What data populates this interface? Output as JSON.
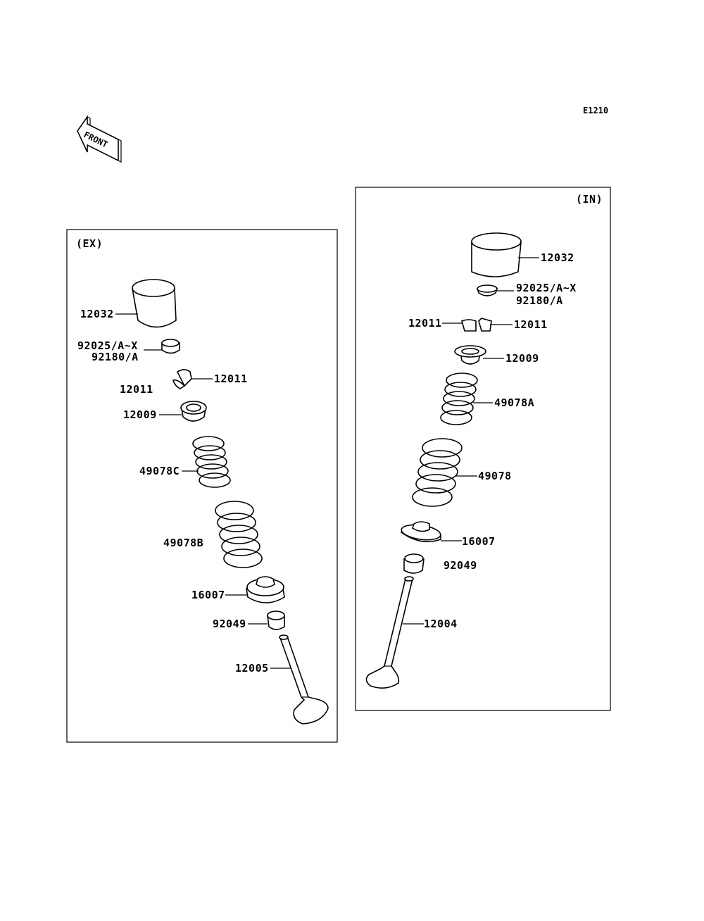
{
  "diagram": {
    "code": "E1210",
    "front_label": "FRONT",
    "exhaust": {
      "title": "(EX)",
      "labels": {
        "lifter": "12032",
        "shim_a": "92025/A~X",
        "shim_b": "92180/A",
        "cotter_right": "12011",
        "cotter_left": "12011",
        "retainer": "12009",
        "spring_inner": "49078C",
        "spring_outer": "49078B",
        "seat": "16007",
        "seal": "92049",
        "valve": "12005"
      }
    },
    "intake": {
      "title": "(IN)",
      "labels": {
        "lifter": "12032",
        "shim_a": "92025/A~X",
        "shim_b": "92180/A",
        "cotter_left": "12011",
        "cotter_right": "12011",
        "retainer": "12009",
        "spring_inner": "49078A",
        "spring_outer": "49078",
        "seat": "16007",
        "seal": "92049",
        "valve": "12004"
      }
    }
  }
}
